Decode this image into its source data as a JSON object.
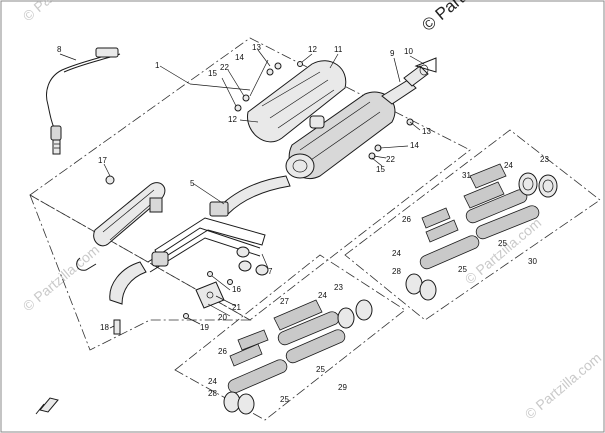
{
  "watermark": {
    "text": "© Partzilla.com",
    "top_right": "© Partzilla"
  },
  "labels": {
    "l1": "1",
    "l5": "5",
    "l7": "7",
    "l8": "8",
    "l9": "9",
    "l10": "10",
    "l11": "11",
    "l12a": "12",
    "l12b": "12",
    "l13a": "13",
    "l13b": "13",
    "l14a": "14",
    "l14b": "14",
    "l15a": "15",
    "l15b": "15",
    "l16": "16",
    "l17": "17",
    "l18": "18",
    "l19": "19",
    "l20": "20",
    "l21": "21",
    "l22a": "22",
    "l22b": "22",
    "l23a": "23",
    "l23b": "23",
    "l24a": "24",
    "l24b": "24",
    "l24c": "24",
    "l24d": "24",
    "l25a": "25",
    "l25b": "25",
    "l25c": "25",
    "l25d": "25",
    "l26a": "26",
    "l26b": "26",
    "l27": "27",
    "l28a": "28",
    "l28b": "28",
    "l29": "29",
    "l30": "30",
    "l31": "31"
  },
  "colors": {
    "line": "#1a1a1a",
    "part_fill": "#e9e9e9",
    "watermark": "#c9c9c9"
  }
}
